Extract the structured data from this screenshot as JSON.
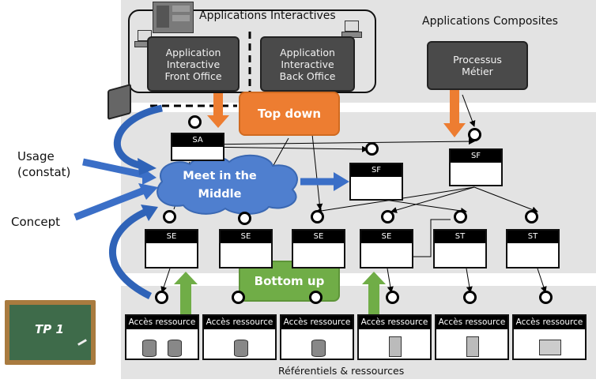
{
  "layers": {
    "interactive_title": "Applications Interactives",
    "composite_title": "Applications Composites",
    "bottom_title": "Référentiels & ressources"
  },
  "apps": {
    "front_office": "Application\nInteractive\nFront Office",
    "back_office": "Application\nInteractive\nBack Office",
    "processus": "Processus\nMétier"
  },
  "approaches": {
    "top_down": "Top down",
    "meet_middle": "Meet in the\nMiddle",
    "bottom_up": "Bottom up"
  },
  "side_labels": {
    "usage": "Usage\n(constat)",
    "concept": "Concept"
  },
  "services": {
    "sa": "SA",
    "sf1": "SF",
    "sf2": "SF",
    "se1": "SE",
    "se2": "SE",
    "se3": "SE",
    "se4": "SE",
    "st1": "ST",
    "st2": "ST"
  },
  "resources": [
    "Accès ressource",
    "Accès ressource",
    "Accès ressource",
    "Accès ressource",
    "Accès ressource",
    "Accès ressource"
  ],
  "resource_icons": [
    "database-icon",
    "database-icon",
    "database-icon",
    "server-icon",
    "server-icon",
    "printer-icon"
  ],
  "tp": {
    "label": "TP 1"
  },
  "colors": {
    "orange": "#ed7d31",
    "green": "#70ad47",
    "blue": "#4472c4",
    "cloud": "#4f7fcf",
    "dark_box": "#4a4a4a",
    "layer_gray": "#e3e3e3",
    "chalkboard": "#3e6b4a",
    "frame": "#a97b3f"
  }
}
